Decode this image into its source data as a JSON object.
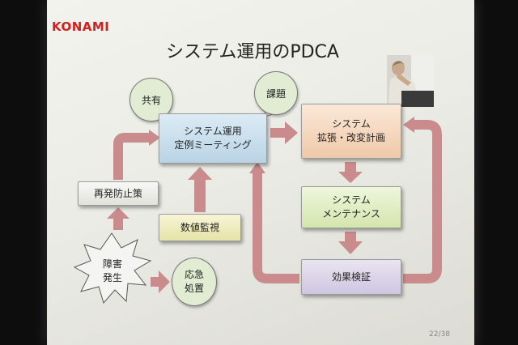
{
  "logo": "KONAMI",
  "title": "システム運用のPDCA",
  "boxes": {
    "meeting": "システム運用\n定例ミーティング",
    "plan": "システム\n拡張・改変計画",
    "maintenance": "システム\nメンテナンス",
    "verify": "効果検証",
    "prevent": "再発防止策",
    "monitor": "数値監視"
  },
  "bubbles": {
    "share": "共有",
    "issue": "課題",
    "emergency": "応急\n処置"
  },
  "incident": "障害\n発生",
  "page_number": "22/38",
  "colors": {
    "arrow": "#c98b8b",
    "logo": "#d21f1f"
  }
}
